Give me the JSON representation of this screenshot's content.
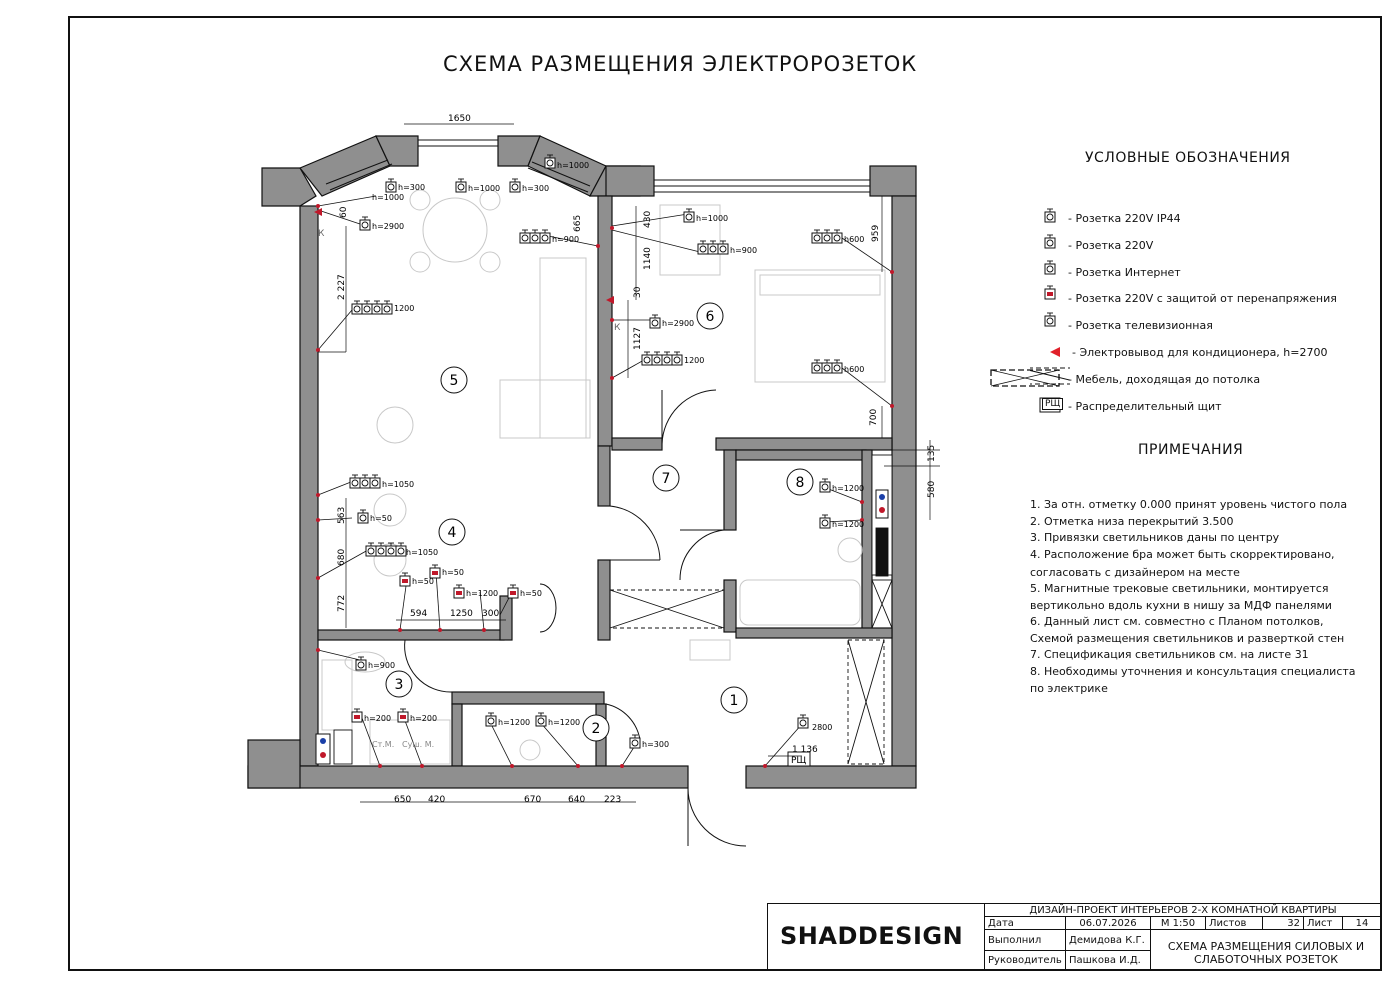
{
  "title": "СХЕМА РАЗМЕЩЕНИЯ ЭЛЕКТРОРОЗЕТОК",
  "legend": {
    "title": "УСЛОВНЫЕ ОБОЗНАЧЕНИЯ",
    "items": [
      {
        "icon": "socket-ip44-icon",
        "label": "- Розетка 220V IP44"
      },
      {
        "icon": "socket-icon",
        "label": "- Розетка 220V"
      },
      {
        "icon": "internet-socket-icon",
        "label": "- Розетка Интернет"
      },
      {
        "icon": "surge-socket-icon",
        "label": "- Розетка 220V с защитой от перенапряжения"
      },
      {
        "icon": "tv-socket-icon",
        "label": "- Розетка телевизионная"
      },
      {
        "icon": "ac-outlet-icon",
        "label": "- Электровывод для кондиционера, h=2700"
      },
      {
        "icon": "furniture-icon",
        "label": "- Мебель, доходящая до потолка"
      },
      {
        "icon": "panel-icon",
        "label": "- Распределительный щит",
        "symbol": "РЩ"
      }
    ]
  },
  "notes": {
    "title": "ПРИМЕЧАНИЯ",
    "lines": [
      "1. За отн. отметку 0.000 принят уровень чистого пола",
      "2. Отметка низа перекрытий 3.500",
      "3. Привязки светильников даны по центру",
      "4. Расположение бра может быть скорректировано,",
      "согласовать с дизайнером на месте",
      "5. Магнитные трековые светильники, монтируется",
      "вертикольно вдоль кухни в нишу за МДФ панелями",
      "6. Данный лист см. совместно с Планом потолков,",
      "Схемой размещения светильников и разверткой стен",
      "7. Спецификация светильников см. на листе 31",
      "8. Необходимы уточнения и консультация специалиста",
      "по электрике"
    ]
  },
  "rooms": [
    {
      "num": "1"
    },
    {
      "num": "2"
    },
    {
      "num": "3"
    },
    {
      "num": "4"
    },
    {
      "num": "5"
    },
    {
      "num": "6"
    },
    {
      "num": "7"
    },
    {
      "num": "8"
    }
  ],
  "labels": {
    "h1000a": "h=1000",
    "h300a": "h=300",
    "h1000b": "h=1000",
    "h300b": "h=300",
    "h1000c": "h=1000",
    "h2900a": "h=2900",
    "h900a": "h=900",
    "v1200a": "1200",
    "h1000d": "h=1000",
    "h900b": "h=900",
    "h600a": "h600",
    "h2900b": "h=2900",
    "v1200b": "1200",
    "h600b": "h600",
    "h1050a": "h=1050",
    "h50a": "h=50",
    "h1050b": "h=1050",
    "h50b": "h=50",
    "h50c": "h=50",
    "h1200a": "h=1200",
    "h50d": "h=50",
    "h1200b": "h=1200",
    "h1200c": "h=1200",
    "h900c": "h=900",
    "h200a": "h=200",
    "h200b": "h=200",
    "h1200d": "h=1200",
    "h1200e": "h=1200",
    "h300c": "h=300",
    "v2800": "2800",
    "panel": "РЩ",
    "k1": "К",
    "k2": "К",
    "stm": "Ст.М.",
    "sushm": "Суш. М."
  },
  "dims": {
    "d1650": "1650",
    "d665": "665",
    "d60": "60",
    "d2227": "2 227",
    "d430": "430",
    "d1140": "1140",
    "d959": "959",
    "d30": "30",
    "d1127": "1127",
    "d700": "700",
    "d135": "135",
    "d580": "580",
    "d563": "563",
    "d680": "680",
    "d772": "772",
    "d594": "594",
    "d1250": "1250",
    "d300": "300",
    "d1136": "1 136",
    "d650": "650",
    "d420": "420",
    "d670": "670",
    "d640": "640",
    "d223": "223"
  },
  "stamp": {
    "logo": "SHADDESIGN",
    "project": "ДИЗАЙН-ПРОЕКТ ИНТЕРЬЕРОВ 2-Х КОМНАТНОЙ КВАРТИРЫ",
    "date_label": "Дата",
    "date": "06.07.2026",
    "scale": "М 1:50",
    "sheets_label": "Листов",
    "sheets": "32",
    "sheet_label": "Лист",
    "sheet": "14",
    "author_label": "Выполнил",
    "author": "Демидова К.Г.",
    "lead_label": "Руководитель",
    "lead": "Пашкова И.Д.",
    "sheet_title_1": "СХЕМА РАЗМЕЩЕНИЯ СИЛОВЫХ И",
    "sheet_title_2": "СЛАБОТОЧНЫХ РОЗЕТОК"
  },
  "colors": {
    "wall": "#8f8f8f",
    "surge": "#c0182a",
    "ac": "#e0202a",
    "line": "#111111",
    "furniture": "#c8c8c8"
  }
}
